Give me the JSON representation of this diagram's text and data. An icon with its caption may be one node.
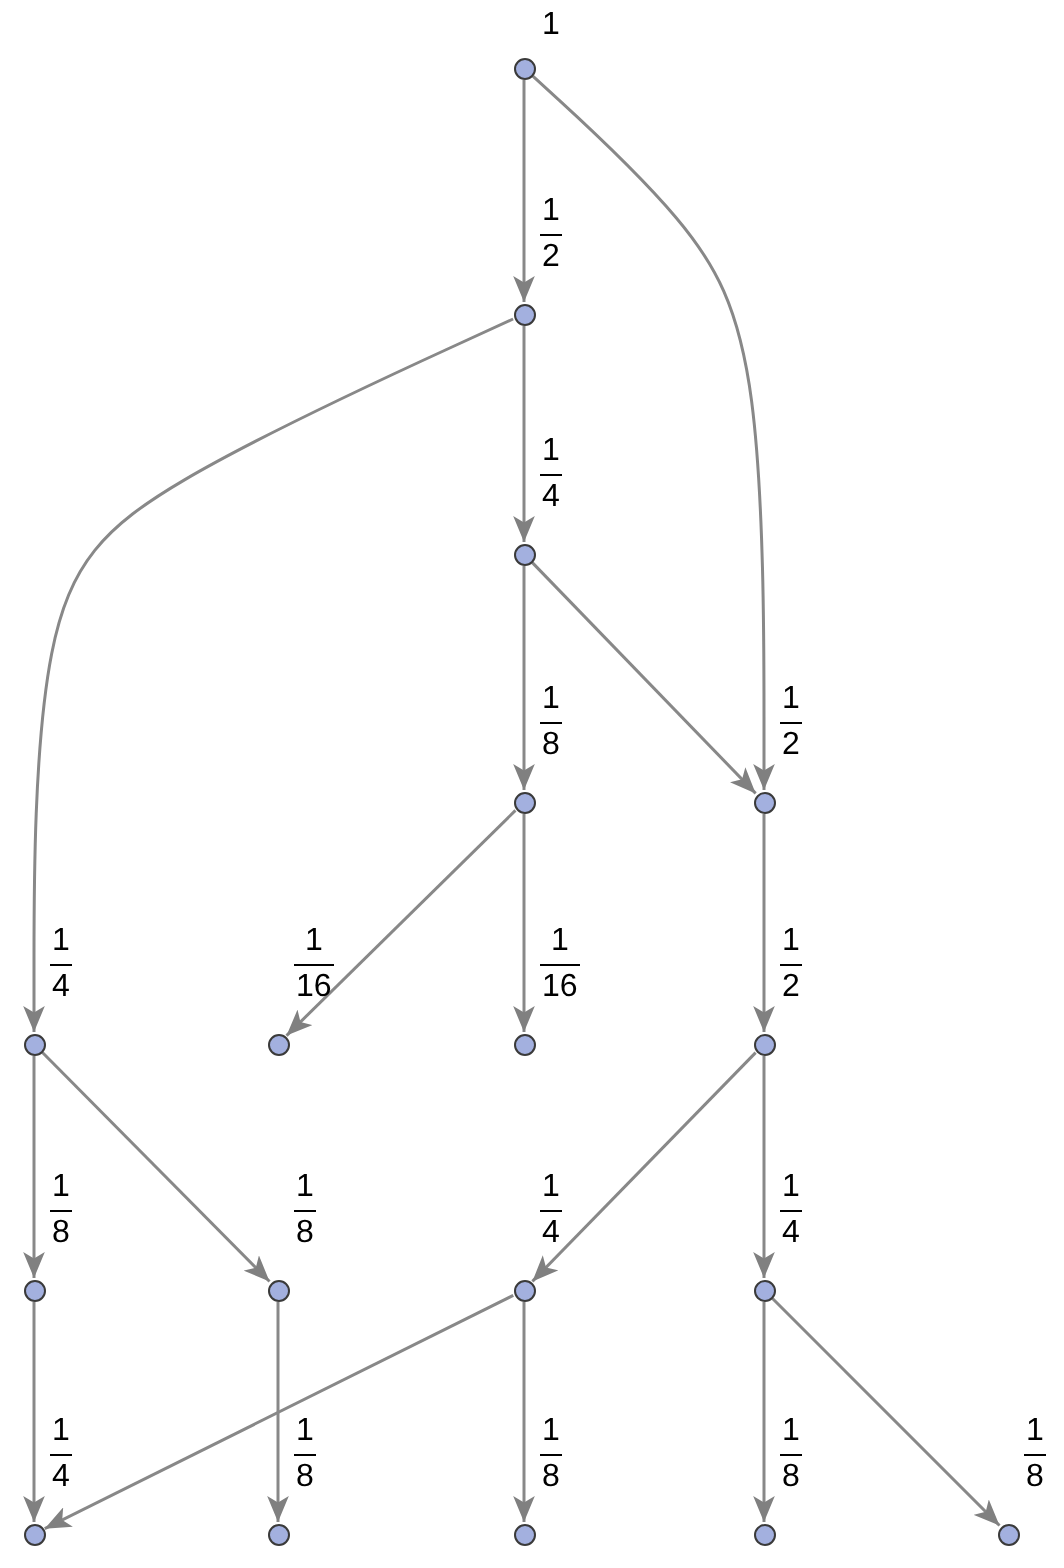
{
  "diagram": {
    "nodes": [
      {
        "text": [],
        "shape": "circle",
        "beside": [
          "1"
        ]
      },
      {
        "text": [],
        "shape": "circle",
        "beside": [
          "1",
          "2"
        ]
      },
      {
        "text": [],
        "shape": "circle",
        "beside": [
          "1",
          "4"
        ]
      },
      {
        "text": [],
        "shape": "circle",
        "beside": [
          "1",
          "8"
        ]
      },
      {
        "text": [],
        "shape": "circle",
        "beside": [
          "1",
          "2"
        ]
      },
      {
        "text": [],
        "shape": "circle",
        "beside": [
          "1",
          "4"
        ]
      },
      {
        "text": [],
        "shape": "circle",
        "beside": [
          "1",
          "16"
        ]
      },
      {
        "text": [],
        "shape": "circle",
        "beside": [
          "1",
          "16"
        ]
      },
      {
        "text": [],
        "shape": "circle",
        "beside": [
          "1",
          "2"
        ]
      },
      {
        "text": [],
        "shape": "circle",
        "beside": [
          "1",
          "8"
        ]
      },
      {
        "text": [],
        "shape": "circle",
        "beside": [
          "1",
          "8"
        ]
      },
      {
        "text": [],
        "shape": "circle",
        "beside": [
          "1",
          "4"
        ]
      },
      {
        "text": [],
        "shape": "circle",
        "beside": [
          "1",
          "4"
        ]
      },
      {
        "text": [],
        "shape": "circle",
        "beside": [
          "1",
          "4"
        ]
      },
      {
        "text": [],
        "shape": "circle",
        "beside": [
          "1",
          "8"
        ]
      },
      {
        "text": [],
        "shape": "circle",
        "beside": [
          "1",
          "8"
        ]
      },
      {
        "text": [],
        "shape": "circle",
        "beside": [
          "1",
          "8"
        ]
      },
      {
        "text": [],
        "shape": "circle",
        "beside": [
          "1",
          "8"
        ]
      }
    ],
    "edges": [
      {
        "from": 0,
        "to": 1,
        "arrow": "to"
      },
      {
        "from": 0,
        "to": 4,
        "arrow": "to"
      },
      {
        "from": 1,
        "to": 2,
        "arrow": "to"
      },
      {
        "from": 1,
        "to": 5,
        "arrow": "to"
      },
      {
        "from": 2,
        "to": 3,
        "arrow": "to"
      },
      {
        "from": 2,
        "to": 4,
        "arrow": "to"
      },
      {
        "from": 3,
        "to": 6,
        "arrow": "to"
      },
      {
        "from": 3,
        "to": 7,
        "arrow": "to"
      },
      {
        "from": 4,
        "to": 8,
        "arrow": "to"
      },
      {
        "from": 5,
        "to": 9,
        "arrow": "to"
      },
      {
        "from": 5,
        "to": 10,
        "arrow": "to"
      },
      {
        "from": 8,
        "to": 11,
        "arrow": "to"
      },
      {
        "from": 8,
        "to": 12,
        "arrow": "to"
      },
      {
        "from": 9,
        "to": 13,
        "arrow": "to"
      },
      {
        "from": 10,
        "to": 14,
        "arrow": "to"
      },
      {
        "from": 11,
        "to": 13,
        "arrow": "to"
      },
      {
        "from": 11,
        "to": 15,
        "arrow": "to"
      },
      {
        "from": 12,
        "to": 16,
        "arrow": "to"
      },
      {
        "from": 12,
        "to": 17,
        "arrow": "to"
      }
    ]
  }
}
